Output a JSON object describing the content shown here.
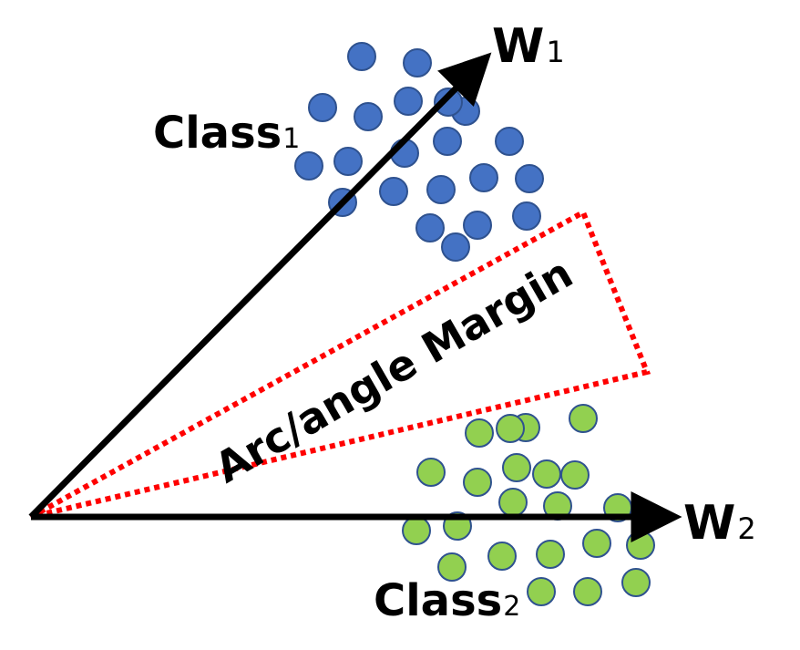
{
  "diagram": {
    "margin_label": "Arc/angle Margin",
    "vectors": [
      {
        "base": "W",
        "sub": "1"
      },
      {
        "base": "W",
        "sub": "2"
      }
    ],
    "classes": [
      {
        "base": "Class",
        "sub": "1",
        "point_count": 21
      },
      {
        "base": "Class",
        "sub": "2",
        "point_count": 22
      }
    ],
    "colors": {
      "class1_fill": "#4472C4",
      "class1_stroke": "#2F528F",
      "class2_fill": "#92D050",
      "class2_stroke": "#2F528F",
      "margin_line": "#FF0000",
      "vector": "#000000"
    }
  }
}
